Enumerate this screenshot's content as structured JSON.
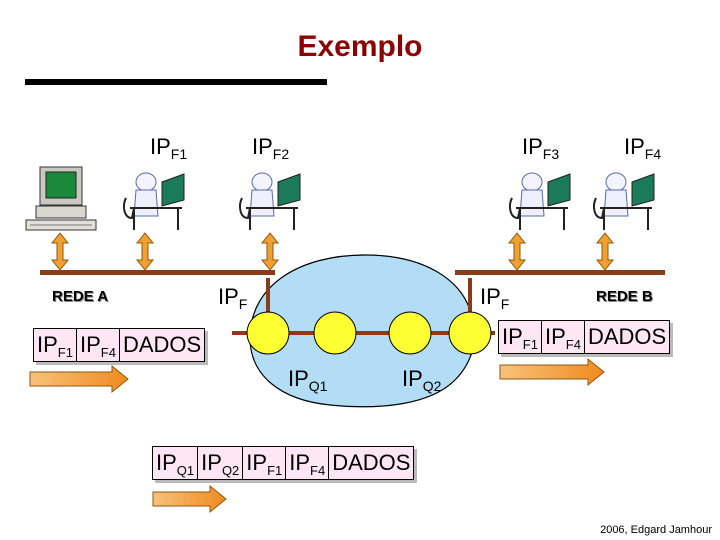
{
  "title": "Exemplo",
  "hosts": {
    "f1": {
      "label": "IP",
      "sub": "F1"
    },
    "f2": {
      "label": "IP",
      "sub": "F2"
    },
    "f3": {
      "label": "IP",
      "sub": "F3"
    },
    "f4": {
      "label": "IP",
      "sub": "F4"
    }
  },
  "networks": {
    "a": "REDE A",
    "b": "REDE B"
  },
  "router_labels": {
    "left": "IP",
    "left_sub": "F",
    "right": "IP",
    "right_sub": "F"
  },
  "internal_labels": {
    "q1": {
      "label": "IP",
      "sub": "Q1"
    },
    "q2": {
      "label": "IP",
      "sub": "Q2"
    }
  },
  "packet_left": [
    {
      "t": "IP",
      "s": "F1"
    },
    {
      "t": "IP",
      "s": "F4"
    },
    {
      "t": "DADOS",
      "s": ""
    }
  ],
  "packet_right": [
    {
      "t": "IP",
      "s": "F1"
    },
    {
      "t": "IP",
      "s": "F4"
    },
    {
      "t": "DADOS",
      "s": ""
    }
  ],
  "packet_bottom": [
    {
      "t": "IP",
      "s": "Q1"
    },
    {
      "t": "IP",
      "s": "Q2"
    },
    {
      "t": "IP",
      "s": "F1"
    },
    {
      "t": "IP",
      "s": "F4"
    },
    {
      "t": "DADOS",
      "s": ""
    }
  ],
  "footer": "2006, Edgard Jamhour",
  "colors": {
    "title": "#8b0000",
    "bus": "#8b3a1a",
    "cloud": "#b3dcf5",
    "router": "#ffff33",
    "arrow": "#f0a030",
    "packet": "#ffe6f5"
  }
}
